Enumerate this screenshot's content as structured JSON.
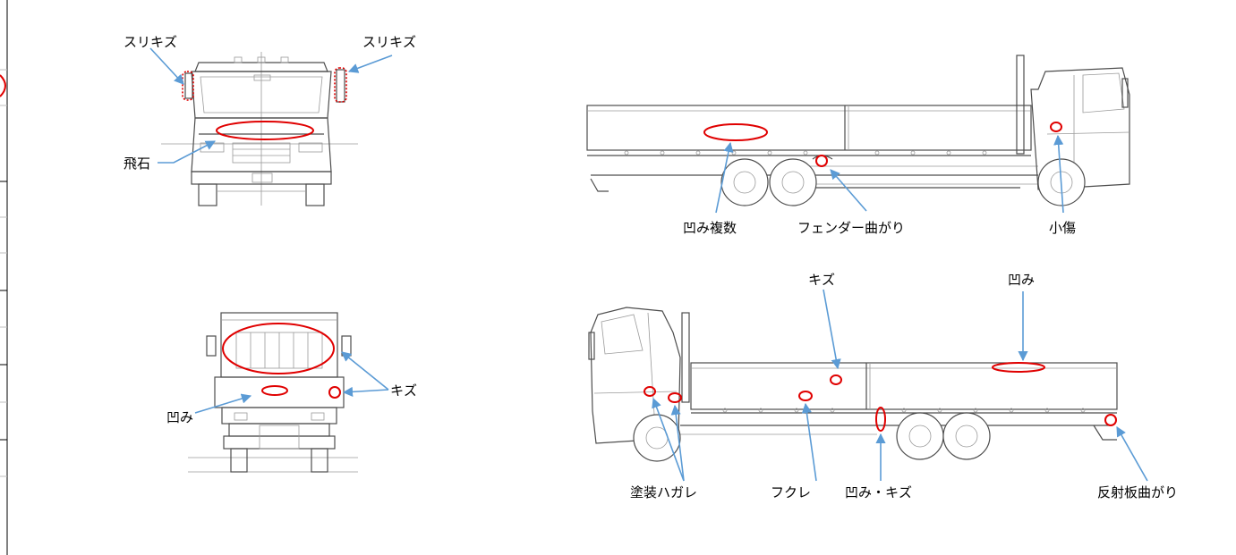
{
  "front_view": {
    "label_scratch_left": "スリキズ",
    "label_scratch_right": "スリキズ",
    "label_stone_chip": "飛石"
  },
  "rear_view": {
    "label_dent": "凹み",
    "label_scratch": "キズ"
  },
  "right_side_view": {
    "label_multiple_dents": "凹み複数",
    "label_fender_bend": "フェンダー曲がり",
    "label_small_scratch": "小傷"
  },
  "left_side_view": {
    "label_scratch": "キズ",
    "label_dent": "凹み",
    "label_paint_peel": "塗装ハガレ",
    "label_blister": "フクレ",
    "label_dent_scratch": "凹み・キズ",
    "label_reflector_bend": "反射板曲がり"
  },
  "colors": {
    "damage_marker": "#e00000",
    "arrow": "#5b9bd5",
    "line_art": "#4d4d4d"
  }
}
